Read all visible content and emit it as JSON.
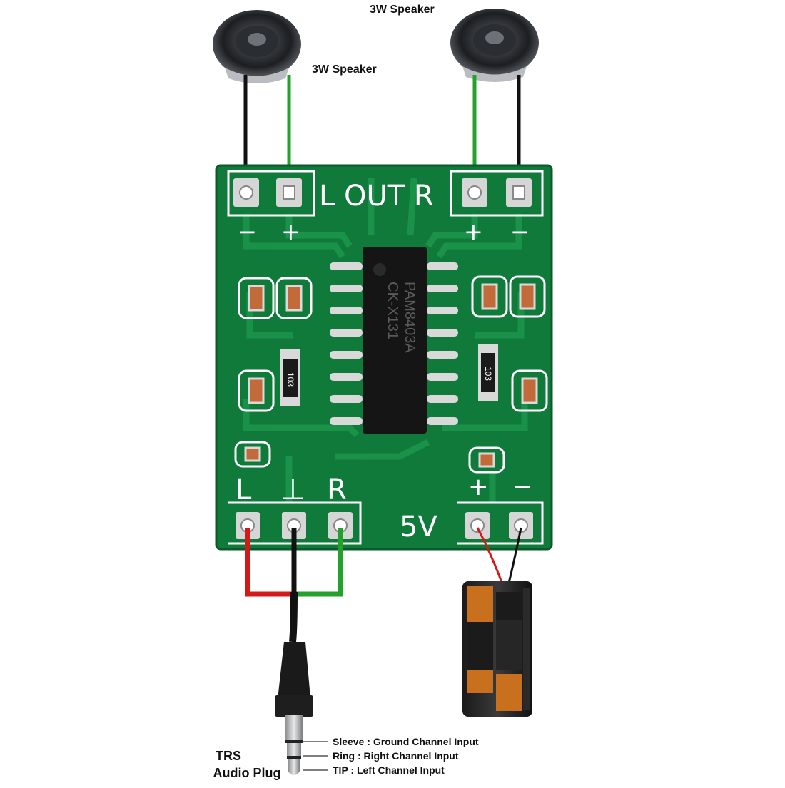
{
  "speakers": {
    "left_label": "3W Speaker",
    "right_label": "3W Speaker"
  },
  "board": {
    "out_label": "L OUT R",
    "left_out_minus": "−",
    "left_out_plus": "+",
    "right_out_plus": "+",
    "right_out_minus": "−",
    "in_left": "L",
    "in_ground": "⊥",
    "in_right": "R",
    "power_label": "5V",
    "power_plus": "+",
    "power_minus": "−",
    "chip_line1": "PAM8403A",
    "chip_line2": "CK-X131",
    "resistor_left": "103",
    "resistor_right": "103"
  },
  "plug": {
    "title_line1": "TRS",
    "title_line2": "Audio Plug",
    "sleeve": "Sleeve : Ground Channel Input",
    "ring": "Ring : Right Channel Input",
    "tip": "TIP : Left Channel Input"
  },
  "colors": {
    "pcb": "#0f7a3a",
    "wire_red": "#d11a1a",
    "wire_green": "#22a22a",
    "wire_black": "#111111"
  }
}
